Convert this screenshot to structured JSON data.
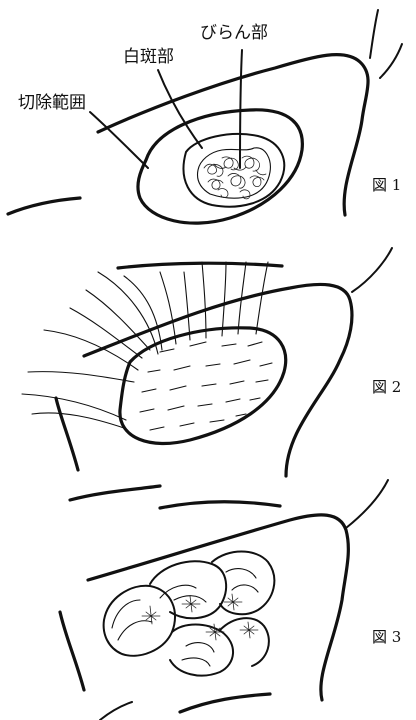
{
  "figure1": {
    "label_erosion": "びらん部",
    "label_leukoplakia": "白斑部",
    "label_resection": "切除範囲",
    "caption": "図 1"
  },
  "figure2": {
    "caption": "図 2"
  },
  "figure3": {
    "caption": "図 3"
  }
}
